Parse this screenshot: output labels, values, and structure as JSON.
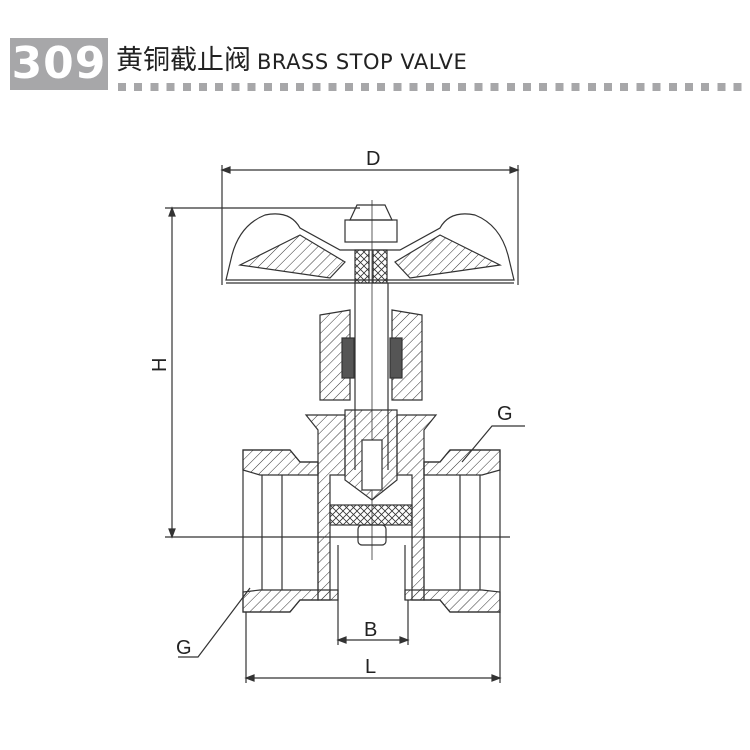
{
  "header": {
    "model_number": "309",
    "title_cn": "黄铜截止阀",
    "title_en": "BRASS STOP  VALVE"
  },
  "diagram": {
    "labels": {
      "D": "D",
      "H": "H",
      "G_top": "G",
      "G_bottom": "G",
      "B": "B",
      "L": "L"
    }
  },
  "colors": {
    "header_box": "#a7a7a9",
    "line": "#333333"
  }
}
